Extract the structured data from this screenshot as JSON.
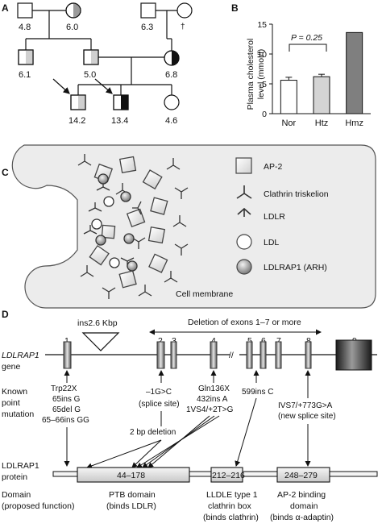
{
  "panels": {
    "a": {
      "letter": "A",
      "values": {
        "gen1_left": "4.8",
        "gen1_right_f": "6.0",
        "gen1_b_male": "6.3",
        "deceased": "†",
        "gen2_left": "6.1",
        "gen2_mid": "5.0",
        "gen2_right": "6.8",
        "gen3_a": "14.2",
        "gen3_b": "13.4",
        "gen3_c": "4.6"
      }
    },
    "b": {
      "letter": "B",
      "ylabel_line1": "Plasma cholesterol",
      "ylabel_line2": "level (mmol/l)",
      "pvalue": "P = 0.25",
      "ticks": [
        "0",
        "5",
        "10",
        "15"
      ]
    },
    "c": {
      "letter": "C",
      "membrane_label": "Cell membrane",
      "legend": [
        {
          "icon": "square-icon",
          "label": "AP-2"
        },
        {
          "icon": "triskelion-icon",
          "label": "Clathrin triskelion"
        },
        {
          "icon": "ldlr-receptor-icon",
          "label": "LDLR"
        },
        {
          "icon": "circle-icon",
          "label": "LDL"
        },
        {
          "icon": "shaded-circle-icon",
          "label": "LDLRAP1 (ARH)"
        }
      ]
    },
    "d": {
      "letter": "D",
      "ins_label": "ins2.6 Kbp",
      "deletion_label": "Deletion of exons 1–7 or more",
      "gene_label_line1": "LDLRAP1",
      "gene_label_line2": "gene",
      "exon_numbers": [
        "1",
        "2",
        "3",
        "4",
        "5",
        "6",
        "7",
        "8",
        "9"
      ],
      "break_mark": "//",
      "mutation_row_label": [
        "Known",
        "point",
        "mutation"
      ],
      "mutations": {
        "m1": [
          "Trp22X",
          "65ins G",
          "65del G",
          "65–66ins GG"
        ],
        "m2": [
          "–1G>C",
          "(splice site)"
        ],
        "m2b": "2 bp deletion",
        "m3": [
          "Gln136X",
          "432ins A",
          "1VS4/+2T>G"
        ],
        "m4": "599ins C",
        "m5": [
          "IVS7/+773G>A",
          "(new splice site)"
        ]
      },
      "protein_label_line1": "LDLRAP1",
      "protein_label_line2": "protein",
      "domains": {
        "ptb_range": "44–178",
        "box_range": "212–216",
        "ap2_range": "248–279"
      },
      "domain_row_label": [
        "Domain",
        "(proposed function)"
      ],
      "domain_names": {
        "ptb": [
          "PTB domain",
          "(binds LDLR)"
        ],
        "box": [
          "LLDLE type 1",
          "clathrin box",
          "(binds clathrin)"
        ],
        "ap2": [
          "AP-2 binding",
          "domain",
          "(binds α-adaptin)"
        ]
      }
    }
  },
  "chart_data": {
    "type": "bar",
    "categories": [
      "Nor",
      "Htz",
      "Hmz"
    ],
    "values": [
      5.6,
      6.2,
      13.6
    ],
    "errors": [
      0.5,
      0.4,
      0
    ],
    "colors": [
      "#ffffff",
      "#d4d4d4",
      "#7f7f7f"
    ],
    "title": "",
    "xlabel": "",
    "ylabel": "Plasma cholesterol level (mmol/l)",
    "ylim": [
      0,
      15
    ],
    "annotation": "P = 0.25"
  }
}
